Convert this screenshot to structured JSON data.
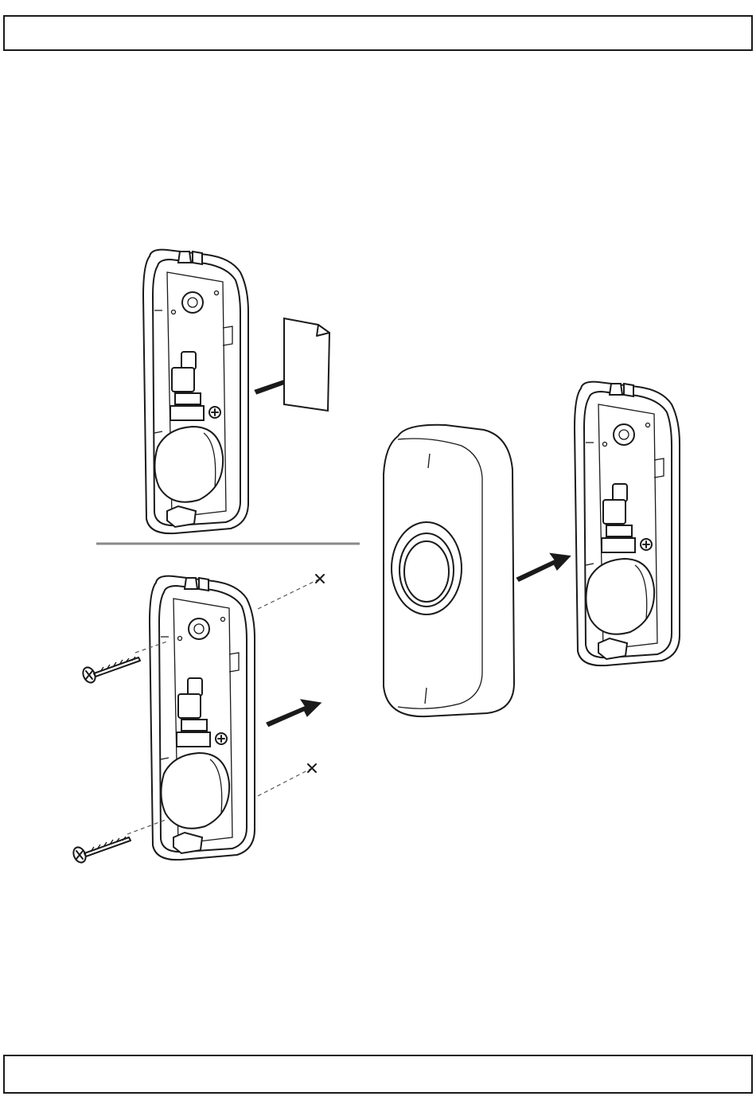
{
  "header": {
    "text": ""
  },
  "footer": {
    "text": ""
  },
  "illustration": {
    "panels": [
      "step-peel-adhesive",
      "step-screw-mount",
      "step-attach-cover"
    ],
    "icons": [
      "adhesive-pad-icon",
      "screw-icon",
      "arrow-icon",
      "drill-mark-icon"
    ]
  }
}
